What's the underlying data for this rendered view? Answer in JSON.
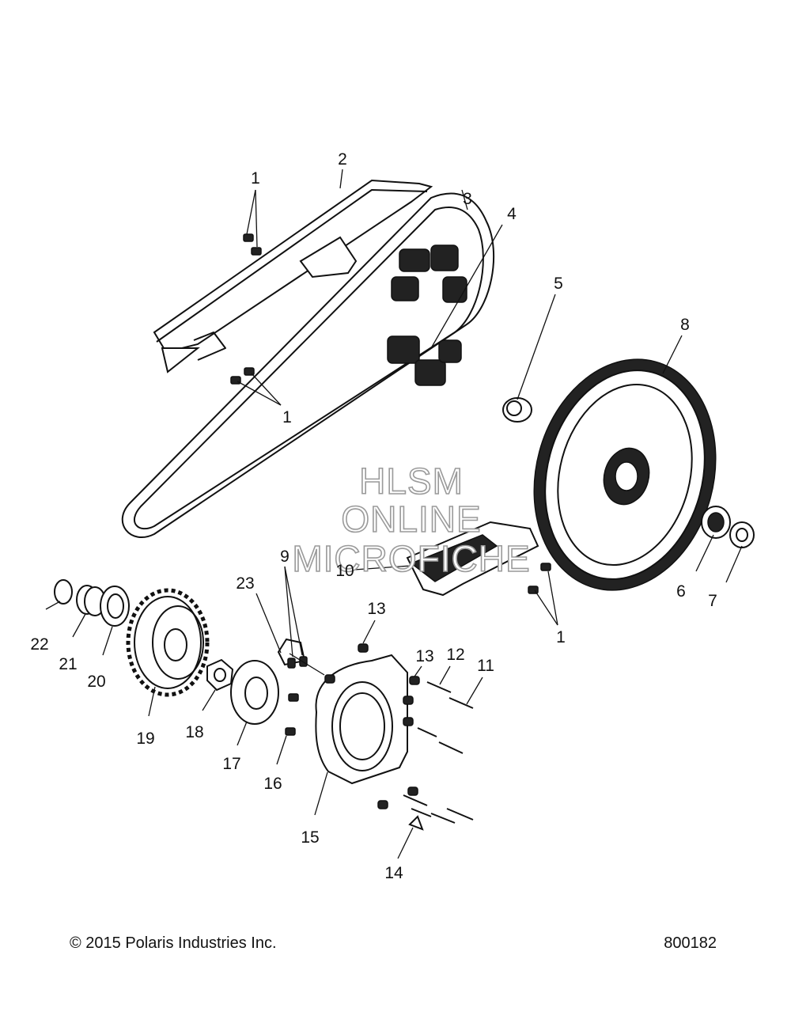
{
  "watermark": [
    "HLSM",
    "ONLINE",
    "MICROFICHE"
  ],
  "callouts": [
    "1",
    "2",
    "3",
    "4",
    "5",
    "8",
    "1",
    "9",
    "10",
    "23",
    "13",
    "13",
    "12",
    "11",
    "1",
    "6",
    "7",
    "22",
    "21",
    "20",
    "19",
    "18",
    "17",
    "16",
    "15",
    "14"
  ],
  "footer": {
    "copyright": "© 2015 Polaris Industries Inc.",
    "drawing_number": "800182"
  }
}
